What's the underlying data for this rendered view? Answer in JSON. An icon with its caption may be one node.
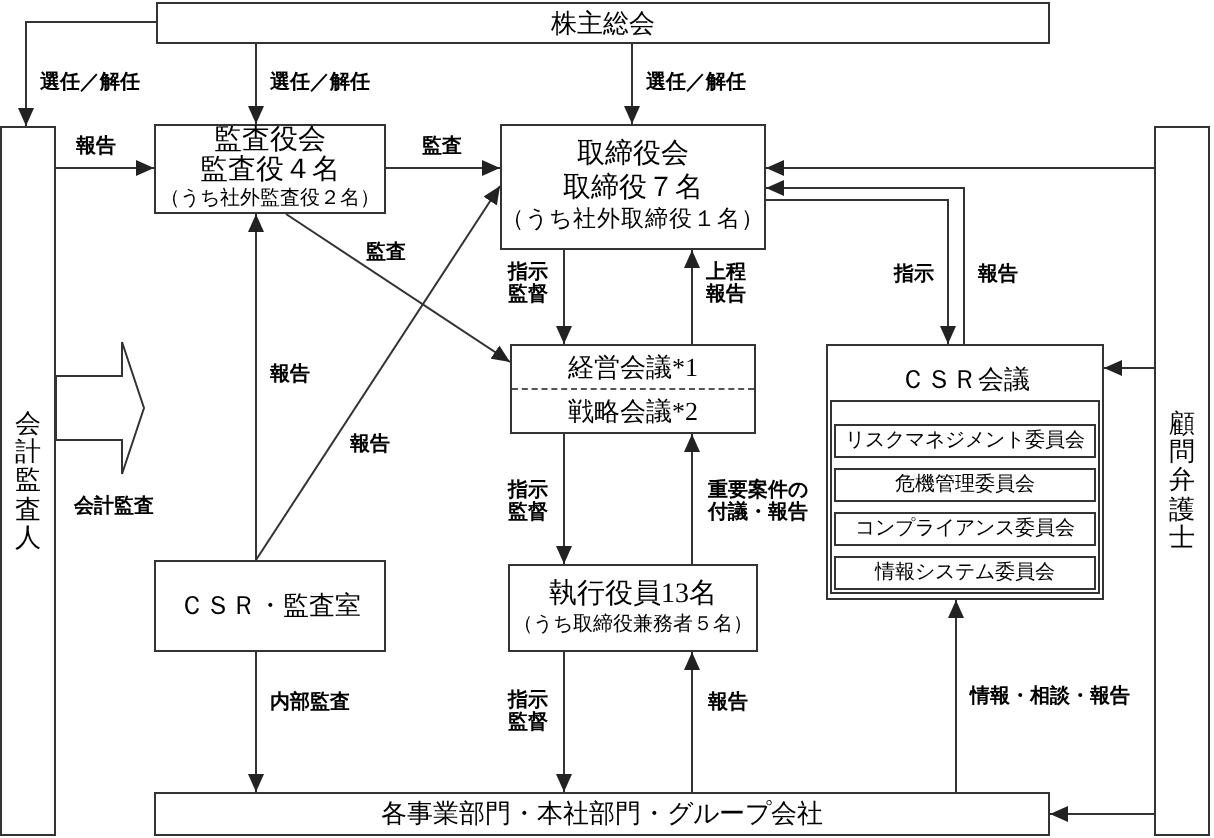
{
  "diagram": {
    "nodes": [
      {
        "text": [
          "株主総会"
        ]
      },
      {
        "text": [
          "会計監査人"
        ]
      },
      {
        "text": [
          "監査役会",
          "監査役４名",
          "（うち社外監査役２名）"
        ]
      },
      {
        "text": [
          "取締役会",
          "取締役７名",
          "（うち社外取締役１名）"
        ]
      },
      {
        "text": [
          "顧問弁護士"
        ]
      },
      {
        "text": [
          "経営会議*1",
          "戦略会議*2"
        ]
      },
      {
        "text": [
          "ＣＳＲ会議"
        ]
      },
      {
        "text": [
          "リスクマネジメント委員会"
        ],
        "in": 6
      },
      {
        "text": [
          "危機管理委員会"
        ],
        "in": 6
      },
      {
        "text": [
          "コンプライアンス委員会"
        ],
        "in": 6
      },
      {
        "text": [
          "情報システム委員会"
        ],
        "in": 6
      },
      {
        "text": [
          "ＣＳＲ・監査室"
        ]
      },
      {
        "text": [
          "執行役員13名",
          "（うち取締役兼務者５名）"
        ]
      },
      {
        "text": [
          "各事業部門・本社部門・グループ会社"
        ]
      }
    ],
    "edges": [
      {
        "from": 0,
        "to": 1,
        "arrow": "to",
        "label": "選任／解任"
      },
      {
        "from": 0,
        "to": 2,
        "arrow": "to",
        "label": "選任／解任"
      },
      {
        "from": 0,
        "to": 3,
        "arrow": "to",
        "label": "選任／解任"
      },
      {
        "from": 1,
        "to": 2,
        "arrow": "to",
        "label": "報告"
      },
      {
        "from": 2,
        "to": 3,
        "arrow": "to",
        "label": "監査"
      },
      {
        "from": 4,
        "to": 3,
        "arrow": "to"
      },
      {
        "from": 2,
        "to": 5,
        "arrow": "to",
        "label": "監査"
      },
      {
        "from": 11,
        "to": 3,
        "arrow": "to",
        "label": "報告"
      },
      {
        "from": 11,
        "to": 2,
        "arrow": "to",
        "label": "報告"
      },
      {
        "from": 3,
        "to": 5,
        "arrow": "to",
        "label": "指示監督"
      },
      {
        "from": 5,
        "to": 3,
        "arrow": "to",
        "label": "上程報告"
      },
      {
        "from": 3,
        "to": 6,
        "arrow": "to",
        "label": "指示"
      },
      {
        "from": 6,
        "to": 3,
        "arrow": "to",
        "label": "報告"
      },
      {
        "from": 4,
        "to": 6,
        "arrow": "to"
      },
      {
        "from": 1,
        "to": null,
        "arrow": "to",
        "label": "会計監査",
        "style": "thick"
      },
      {
        "from": 5,
        "to": 12,
        "arrow": "to",
        "label": "指示監督"
      },
      {
        "from": 12,
        "to": 5,
        "arrow": "to",
        "label": "重要案件の付議・報告"
      },
      {
        "from": 11,
        "to": 13,
        "arrow": "to",
        "label": "内部監査"
      },
      {
        "from": 12,
        "to": 13,
        "arrow": "to",
        "label": "指示監督"
      },
      {
        "from": 13,
        "to": 12,
        "arrow": "to",
        "label": "報告"
      },
      {
        "from": 13,
        "to": 6,
        "arrow": "to",
        "label": "情報・相談・報告"
      },
      {
        "from": 4,
        "to": 13,
        "arrow": "to"
      }
    ]
  }
}
